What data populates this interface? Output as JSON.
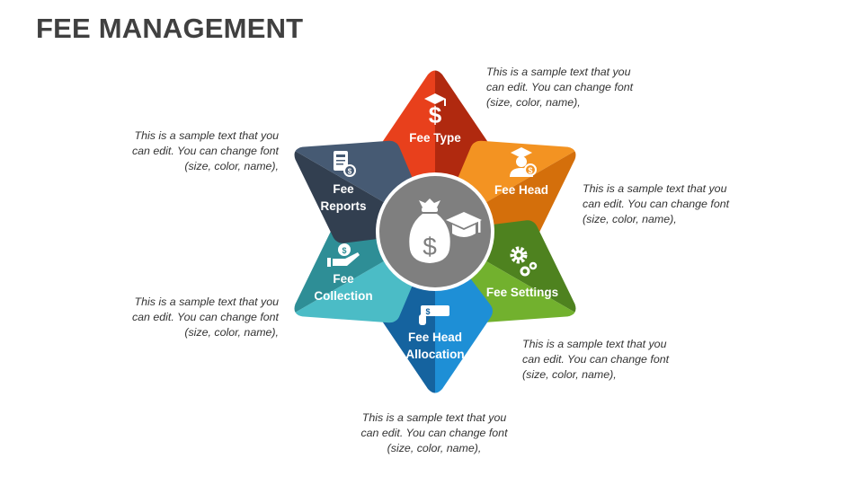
{
  "title": "FEE MANAGEMENT",
  "center": {
    "icon": "money-bag-graduation-cap-icon",
    "color": "#7f7f7f"
  },
  "segments": [
    {
      "id": "fee-type",
      "lines": [
        "Fee Type"
      ],
      "icon": "dollar-graduation-cap-icon",
      "color_light": "#e8401c",
      "color_dark": "#b0290f",
      "note": "This is a sample text that you can edit. You can change font (size, color, name),"
    },
    {
      "id": "fee-head",
      "lines": [
        "Fee Head"
      ],
      "icon": "student-dollar-icon",
      "color_light": "#f39322",
      "color_dark": "#d46f0b",
      "note": "This is a sample text that you can edit. You can change font (size, color, name),"
    },
    {
      "id": "fee-settings",
      "lines": [
        "Fee Settings"
      ],
      "icon": "gears-icon",
      "color_light": "#72b12e",
      "color_dark": "#4e821f",
      "note": "This is a sample text that you can edit. You can change font (size, color, name),"
    },
    {
      "id": "fee-head-allocation",
      "lines": [
        "Fee Head",
        "Allocation"
      ],
      "icon": "hand-cheque-icon",
      "color_light": "#1e8fd6",
      "color_dark": "#15639f",
      "note": "This is a sample text that you can edit. You can change font (size, color, name),"
    },
    {
      "id": "fee-collection",
      "lines": [
        "Fee",
        "Collection"
      ],
      "icon": "hand-coin-icon",
      "color_light": "#4bbcc6",
      "color_dark": "#2e8e96",
      "note": "This is a sample text that you can edit. You can change font (size, color, name),"
    },
    {
      "id": "fee-reports",
      "lines": [
        "Fee",
        "Reports"
      ],
      "icon": "report-dollar-icon",
      "color_light": "#465a73",
      "color_dark": "#323f50",
      "note": "This is a sample text that you can edit. You can change font (size, color, name),"
    }
  ]
}
